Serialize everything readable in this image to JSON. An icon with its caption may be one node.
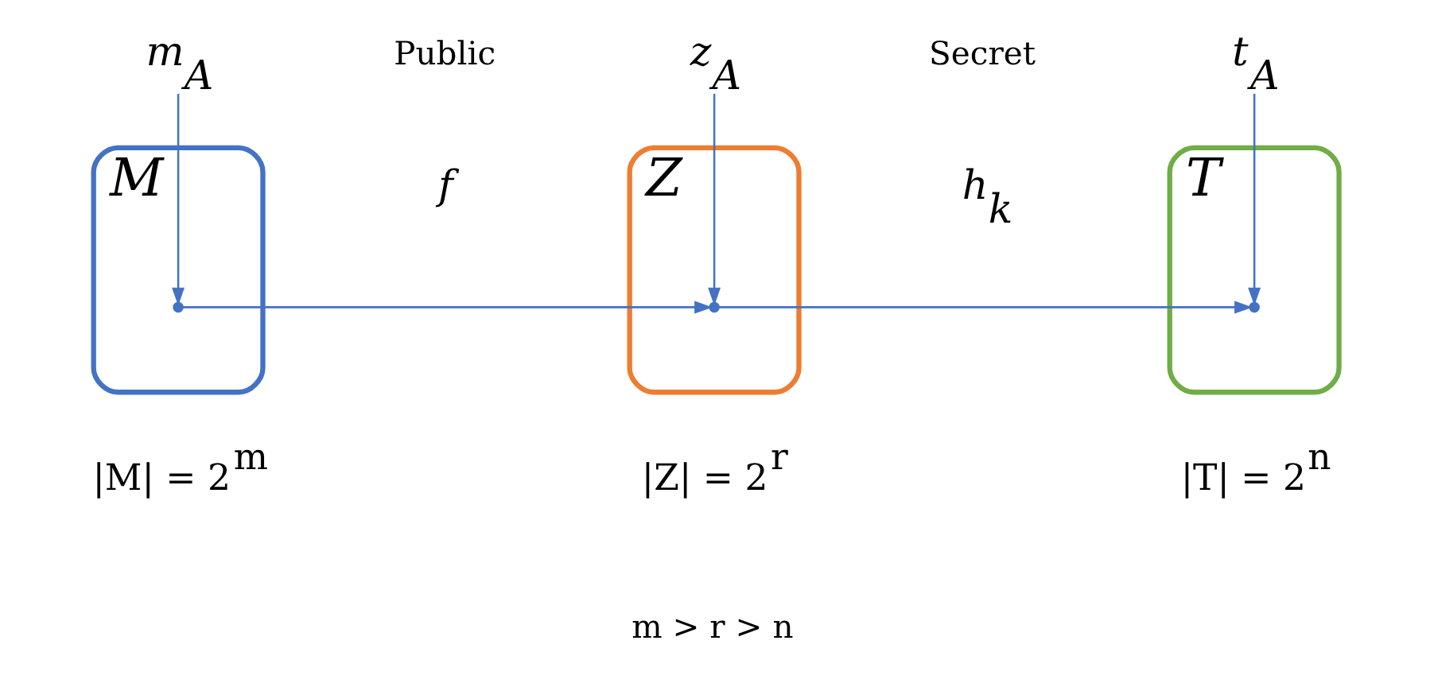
{
  "diagram": {
    "nodes": [
      {
        "text": [
          "M"
        ],
        "beside": [
          "|M| = 2$^{m}$"
        ]
      },
      {
        "text": [],
        "shape": "point",
        "in": 0
      },
      {
        "text": [
          "m$_{A}$"
        ]
      },
      {
        "text": [
          "Z"
        ],
        "beside": [
          "|Z| = 2$^{r}$"
        ]
      },
      {
        "text": [],
        "shape": "point",
        "in": 3
      },
      {
        "text": [
          "z$_{A}$"
        ]
      },
      {
        "text": [
          "T"
        ],
        "beside": [
          "|T| = 2$^{n}$"
        ]
      },
      {
        "text": [],
        "shape": "point",
        "in": 6
      },
      {
        "text": [
          "t$_{A}$"
        ]
      }
    ],
    "edges": [
      {
        "from": 1,
        "to": 4,
        "arrow": "to",
        "label": "f"
      },
      {
        "from": 4,
        "to": 7,
        "arrow": "to",
        "label": "h$_{k}$"
      },
      {
        "from": 2,
        "to": 1,
        "arrow": "to"
      },
      {
        "from": 5,
        "to": 4,
        "arrow": "to"
      },
      {
        "from": 8,
        "to": 7,
        "arrow": "to"
      }
    ],
    "labels": [
      "Public",
      "Secret",
      "m > r > n"
    ]
  }
}
